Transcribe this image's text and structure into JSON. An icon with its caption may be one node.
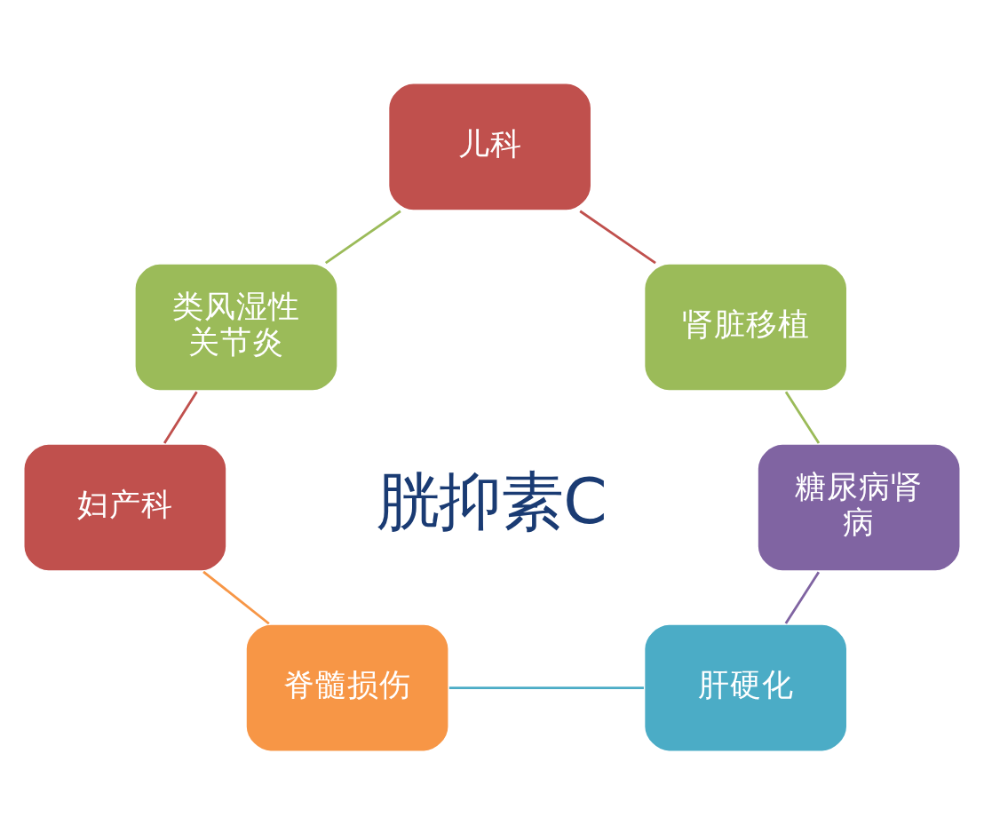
{
  "diagram": {
    "nodes": [
      {
        "text": [
          "儿科"
        ]
      },
      {
        "text": [
          "类风湿性关节炎"
        ]
      },
      {
        "text": [
          "肾脏移植"
        ]
      },
      {
        "text": [
          "妇产科"
        ]
      },
      {
        "text": [
          "糖尿病肾病"
        ]
      },
      {
        "text": [
          "脊髓损伤"
        ]
      },
      {
        "text": [
          "肝硬化"
        ]
      }
    ],
    "edges": [
      {
        "from": 0,
        "to": 2,
        "arrow": "none",
        "color": "#c0504d"
      },
      {
        "from": 2,
        "to": 4,
        "arrow": "none",
        "color": "#9bbb59"
      },
      {
        "from": 4,
        "to": 6,
        "arrow": "none",
        "color": "#8064a2"
      },
      {
        "from": 5,
        "to": 6,
        "arrow": "none",
        "color": "#4bacc6"
      },
      {
        "from": 3,
        "to": 5,
        "arrow": "none",
        "color": "#f79646"
      },
      {
        "from": 1,
        "to": 3,
        "arrow": "none",
        "color": "#c0504d"
      },
      {
        "from": 0,
        "to": 1,
        "arrow": "none",
        "color": "#9bbb59"
      }
    ],
    "labels": [
      "胱抑素C"
    ]
  }
}
